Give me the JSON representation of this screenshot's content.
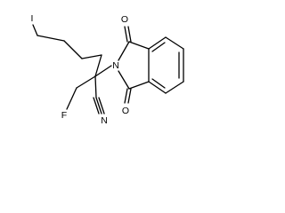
{
  "molecule": {
    "atoms": {
      "iodine": "I",
      "fluorine": "F",
      "nitrogen_imide": "N",
      "nitrogen_nitrile": "N",
      "oxygen_top": "O",
      "oxygen_bottom": "O"
    }
  }
}
